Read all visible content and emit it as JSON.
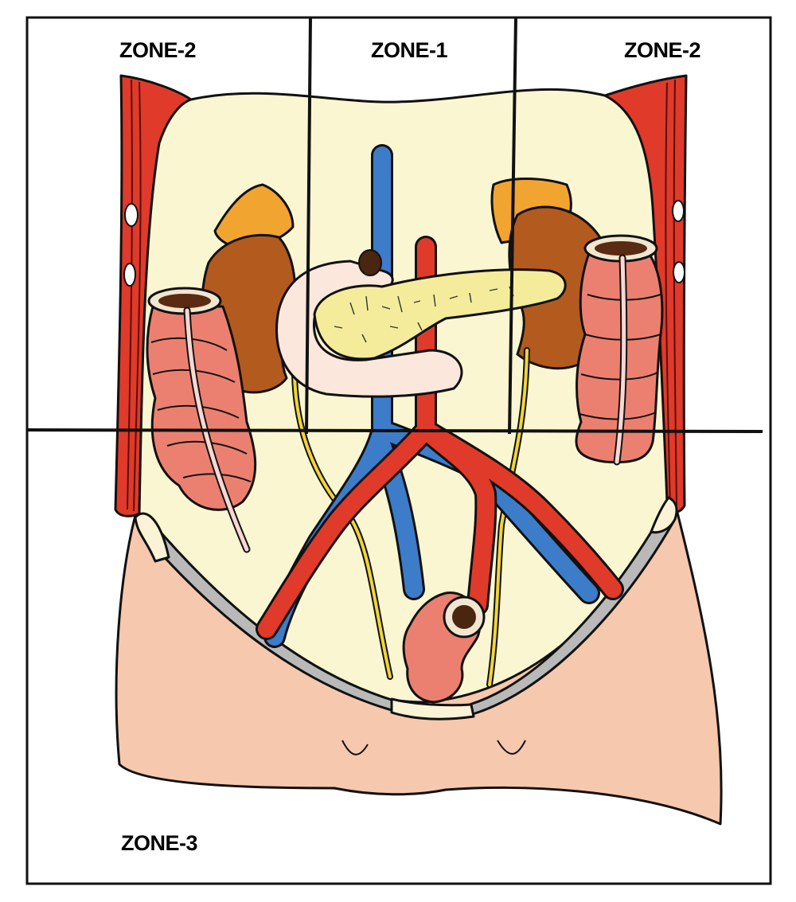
{
  "zones": {
    "top_left": "ZONE-2",
    "top_center": "ZONE-1",
    "top_right": "ZONE-2",
    "bottom": "ZONE-3"
  },
  "colors": {
    "muscle": "#e03a2a",
    "cavity": "#fbf6d2",
    "skin": "#f6c8ad",
    "kidney": "#b35a1f",
    "adrenal": "#f2a431",
    "colon": "#ec8070",
    "pancreas": "#f4ec9a",
    "duodenum": "#fbe7dc",
    "vein": "#3d7cc9",
    "artery": "#e03a2a",
    "ureter": "#f1d43a",
    "bone": "#b9b9b9"
  }
}
